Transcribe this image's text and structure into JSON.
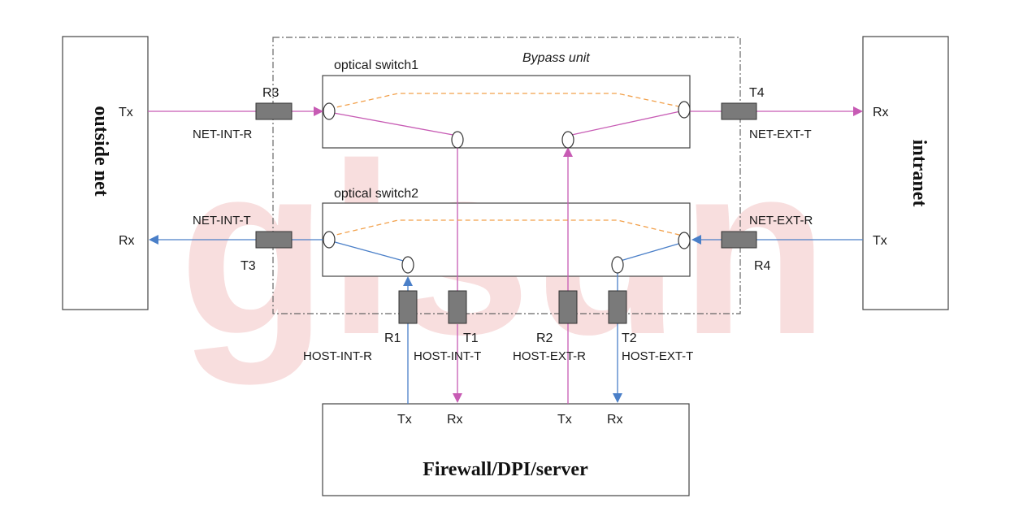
{
  "watermark": "glsun",
  "bypass_unit": "Bypass unit",
  "switches": {
    "s1": "optical switch1",
    "s2": "optical switch2"
  },
  "outside_net": {
    "label": "outside net",
    "tx": "Tx",
    "rx": "Rx"
  },
  "intranet": {
    "label": "intranet",
    "tx": "Tx",
    "rx": "Rx"
  },
  "firewall": {
    "label": "Firewall/DPI/server",
    "tx1": "Tx",
    "rx1": "Rx",
    "tx2": "Tx",
    "rx2": "Rx"
  },
  "ports": {
    "r3": "R3",
    "net_int_r": "NET-INT-R",
    "t4": "T4",
    "net_ext_t": "NET-EXT-T",
    "net_int_t": "NET-INT-T",
    "t3": "T3",
    "net_ext_r": "NET-EXT-R",
    "r4": "R4",
    "r1": "R1",
    "host_int_r": "HOST-INT-R",
    "t1": "T1",
    "host_int_t": "HOST-INT-T",
    "r2": "R2",
    "host_ext_r": "HOST-EXT-R",
    "t2": "T2",
    "host_ext_t": "HOST-EXT-T"
  },
  "colors": {
    "pink": "#c75bb4",
    "blue": "#4a7fc8",
    "bypass": "#f2a04a",
    "watermark": "#f6d3d3"
  }
}
